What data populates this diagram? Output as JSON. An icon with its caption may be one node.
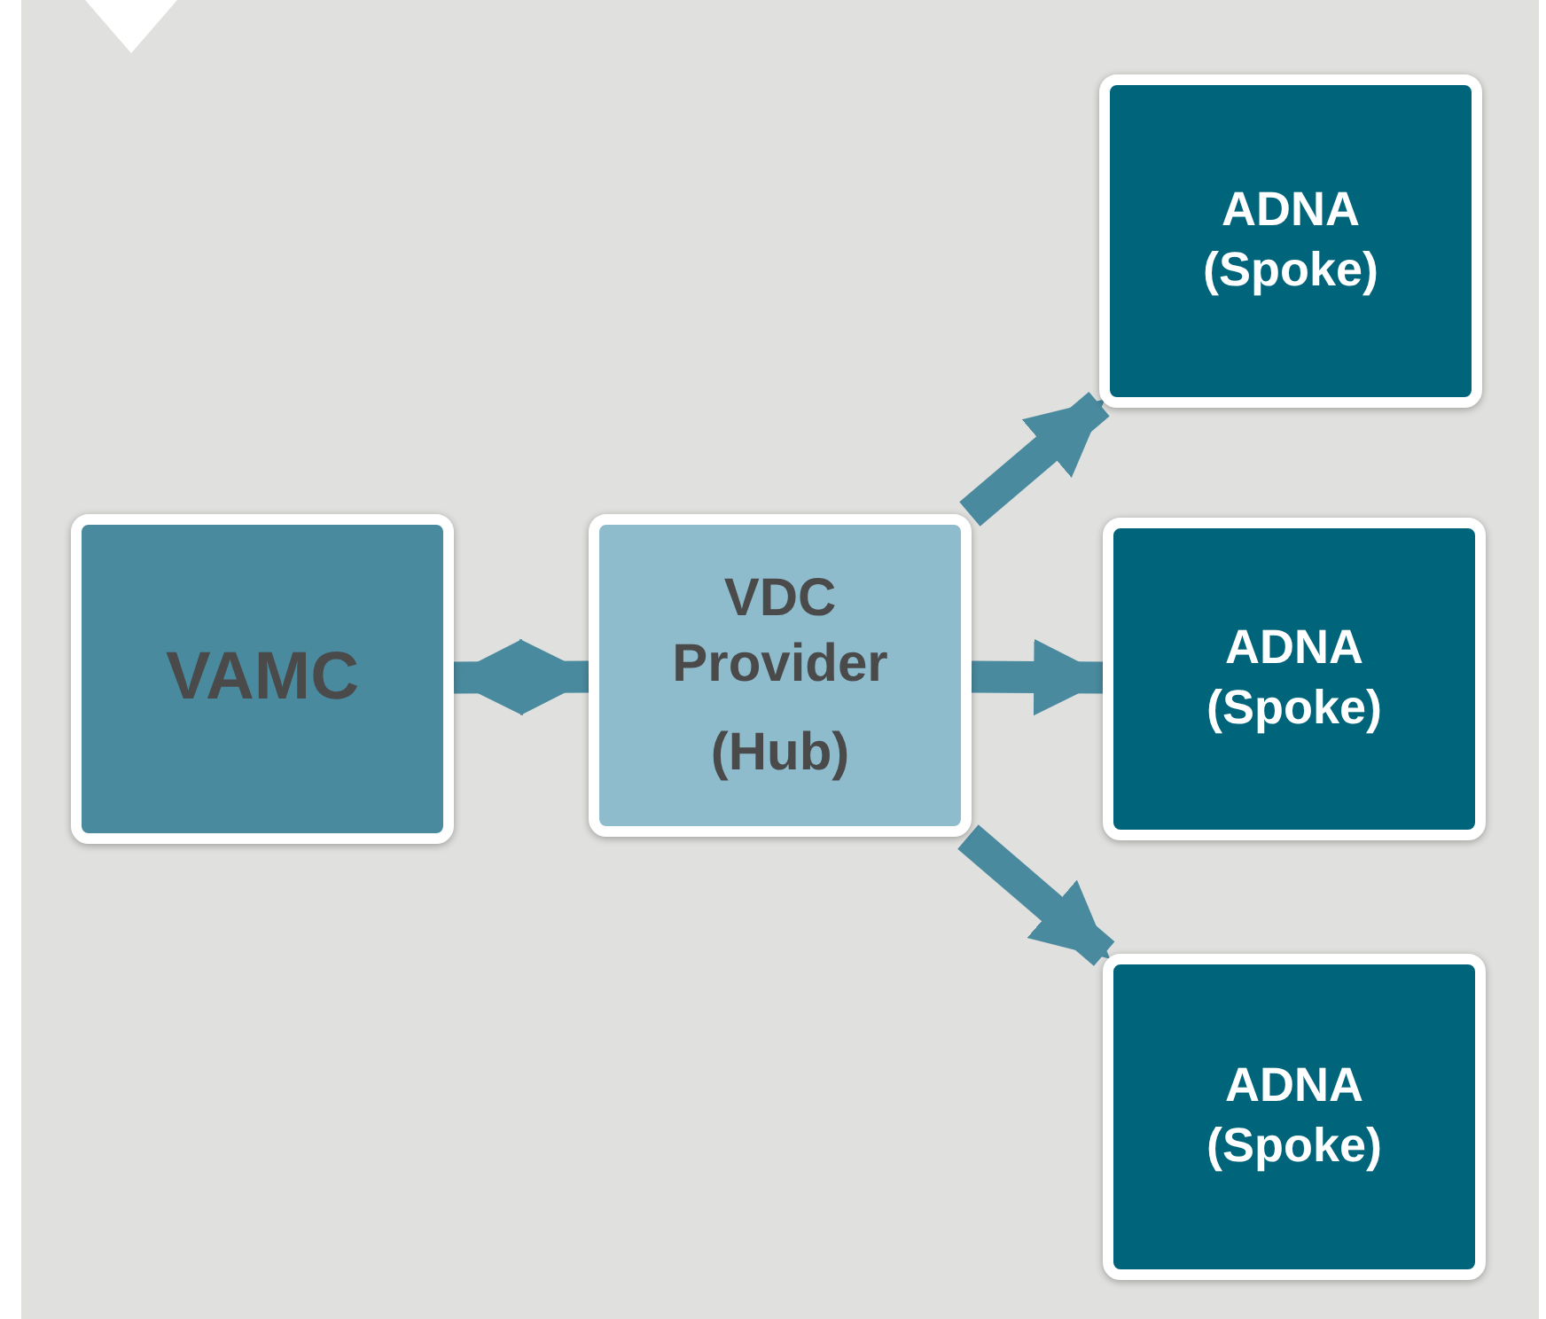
{
  "diagram": {
    "nodes": [
      {
        "text": [
          "VAMC"
        ]
      },
      {
        "text": [
          "VDC Provider",
          "(Hub)"
        ]
      },
      {
        "text": [
          "ADNA (Spoke)"
        ]
      },
      {
        "text": [
          "ADNA (Spoke)"
        ]
      },
      {
        "text": [
          "ADNA (Spoke)"
        ]
      }
    ],
    "edges": [
      {
        "from": 0,
        "to": 1,
        "arrow": "both"
      },
      {
        "from": 1,
        "to": 2,
        "arrow": "to"
      },
      {
        "from": 1,
        "to": 3,
        "arrow": "to"
      },
      {
        "from": 1,
        "to": 4,
        "arrow": "to"
      }
    ]
  }
}
